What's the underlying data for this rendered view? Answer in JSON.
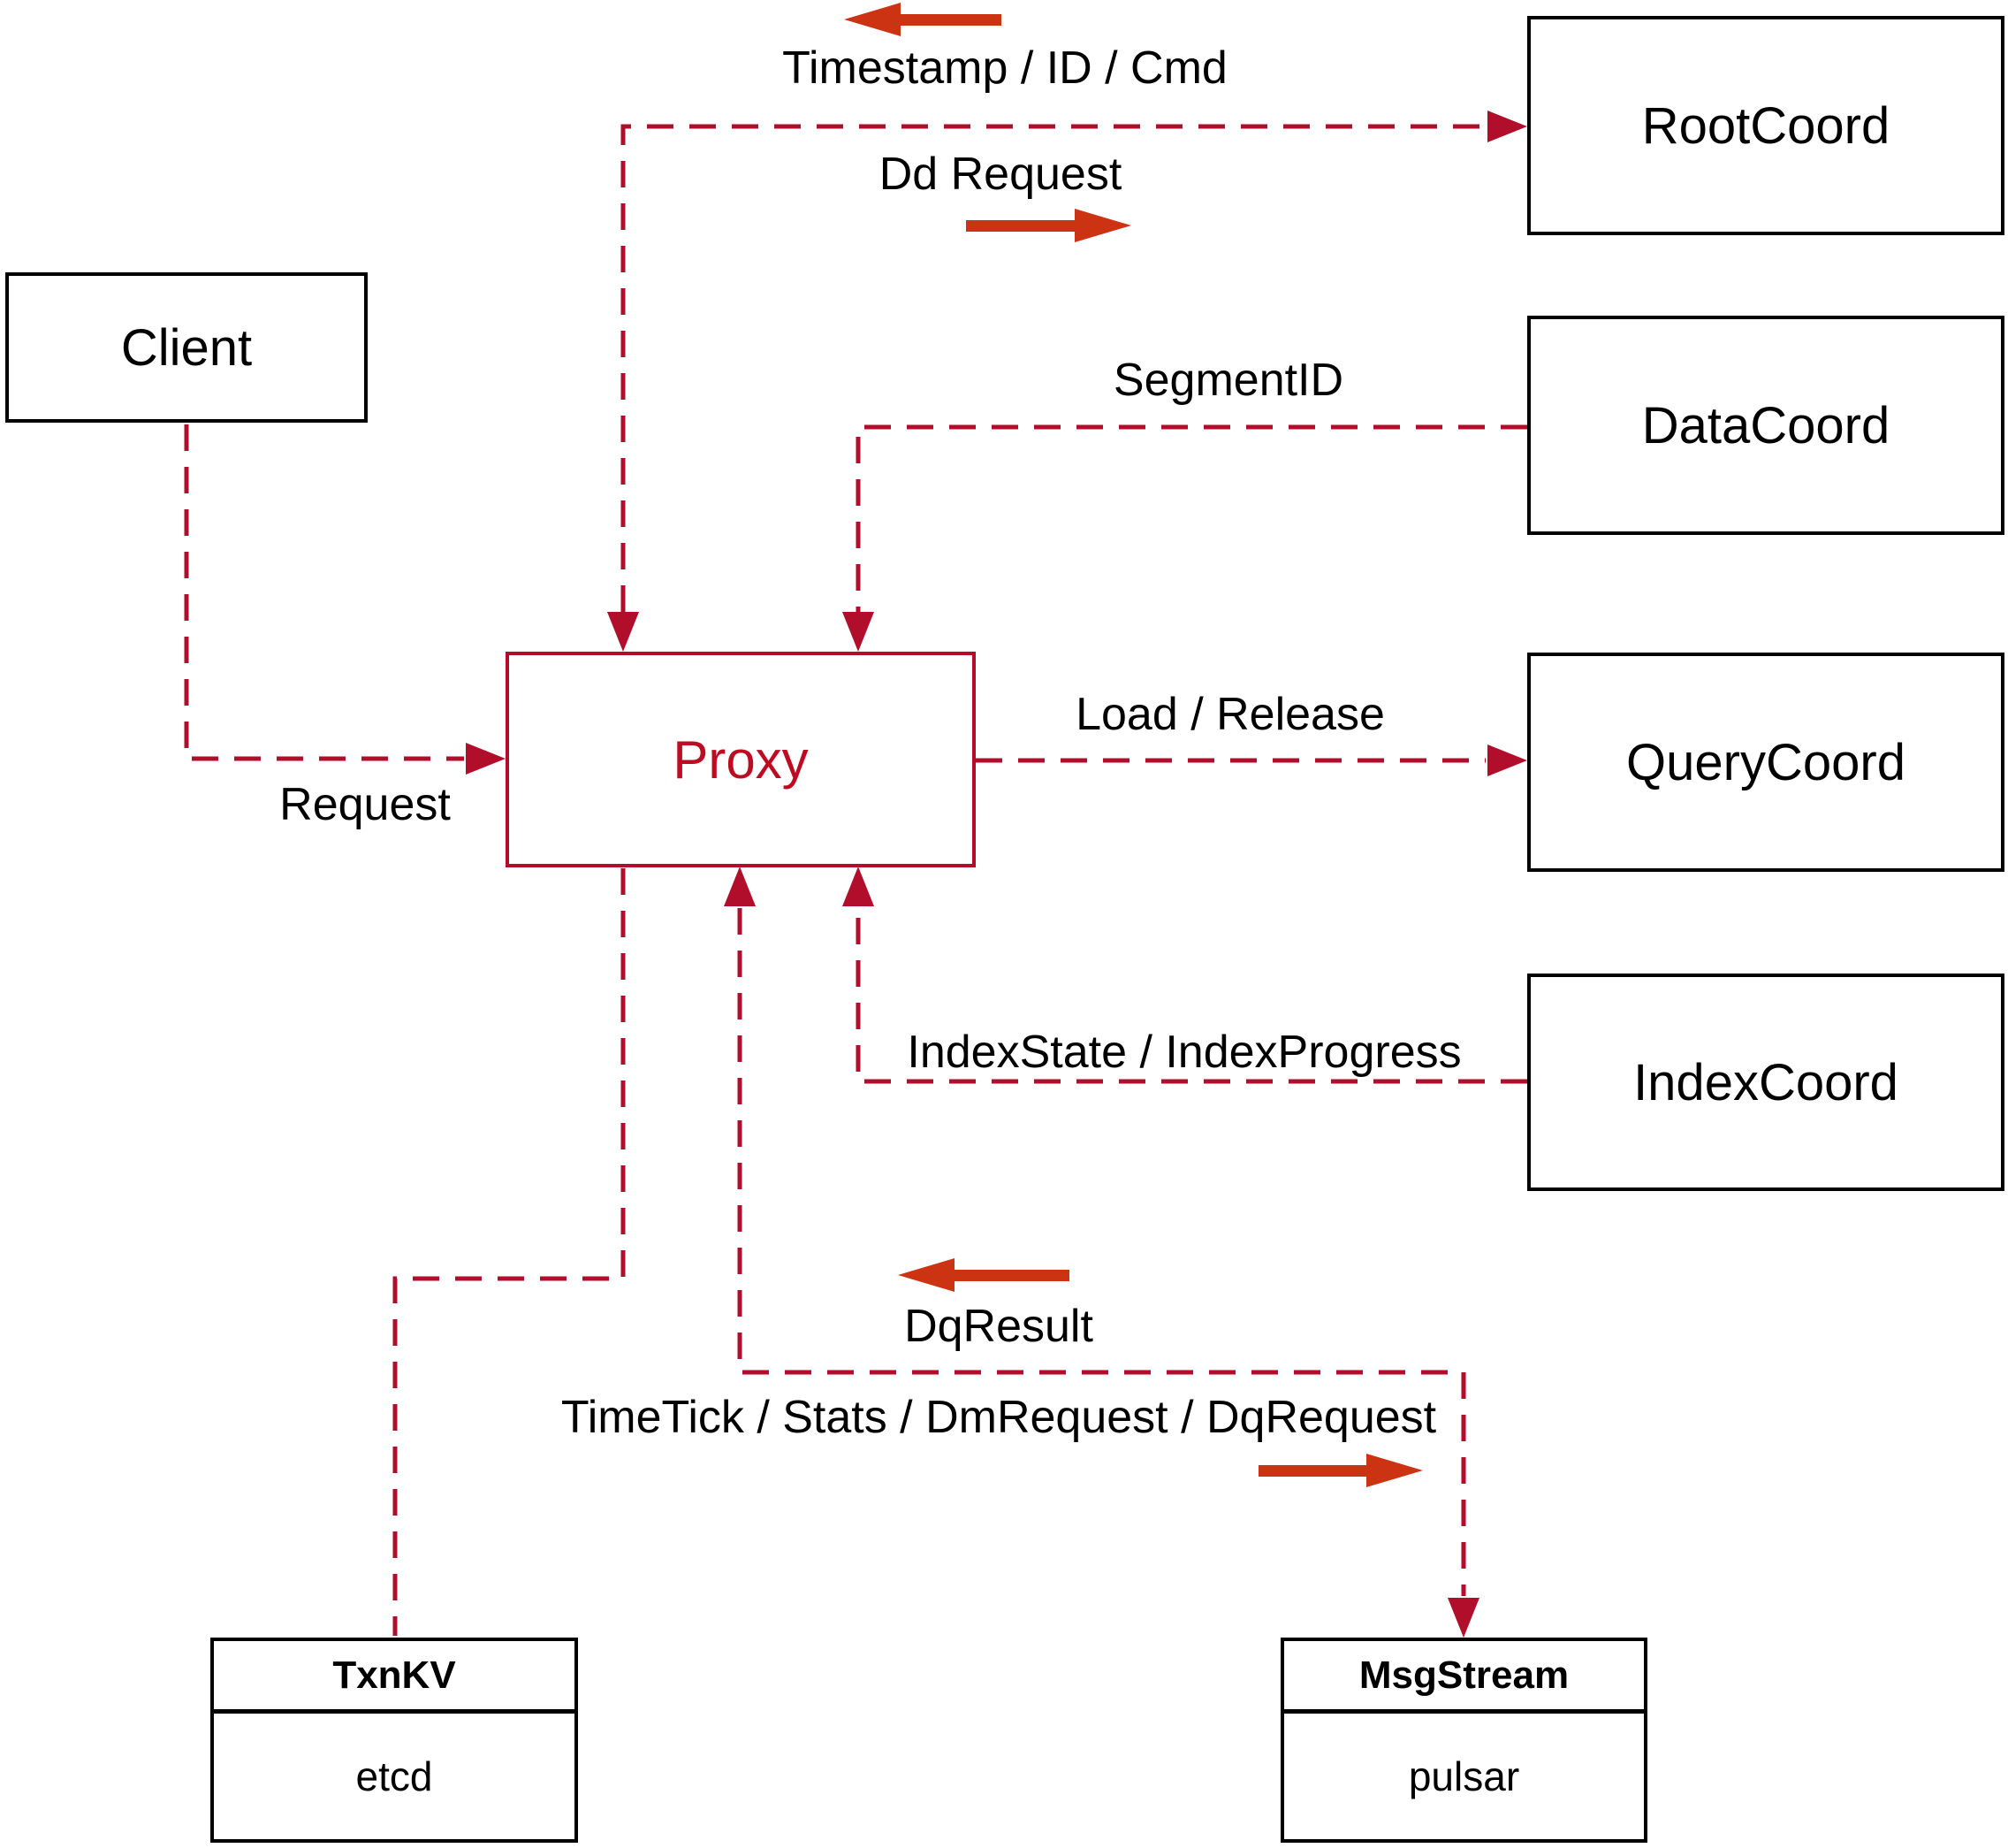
{
  "colors": {
    "background": "#ffffff",
    "line_red": "#b10e2b",
    "arrow_red": "#cc3312",
    "proxy_red": "#bd0c22",
    "box_border": "#000000"
  },
  "nodes": {
    "client": {
      "label": "Client"
    },
    "root_coord": {
      "label": "RootCoord"
    },
    "data_coord": {
      "label": "DataCoord"
    },
    "query_coord": {
      "label": "QueryCoord"
    },
    "index_coord": {
      "label": "IndexCoord"
    },
    "proxy": {
      "label": "Proxy"
    },
    "txn_kv": {
      "title": "TxnKV",
      "body": "etcd"
    },
    "msg_stream": {
      "title": "MsgStream",
      "body": "pulsar"
    }
  },
  "edge_labels": {
    "timestamp_id_cmd": "Timestamp / ID / Cmd",
    "dd_request": "Dd Request",
    "segment_id": "SegmentID",
    "load_release": "Load / Release",
    "index_state_progress": "IndexState / IndexProgress",
    "request": "Request",
    "dq_result": "DqResult",
    "time_tick": "TimeTick / Stats / DmRequest / DqRequest"
  }
}
